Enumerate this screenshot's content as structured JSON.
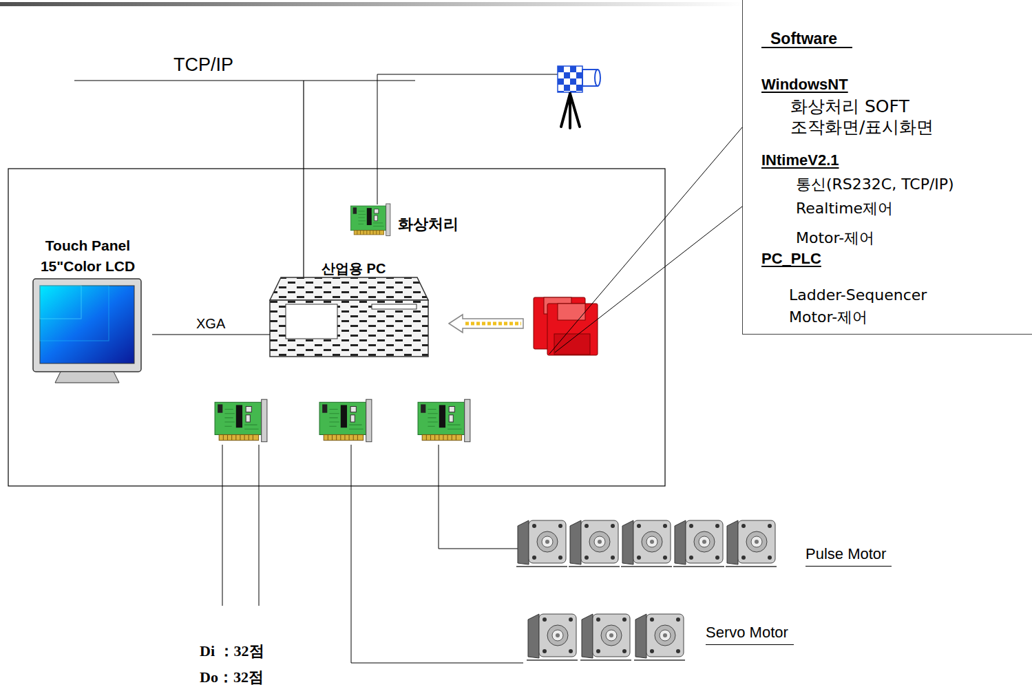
{
  "diagram": {
    "nodes": [
      {
        "text": [
          "Software",
          "WindowsNT",
          "화상처리 SOFT",
          "조작화면/표시화면",
          "INtimeV2.1",
          "통신(RS232C, TCP/IP)",
          "Realtime제어",
          "Motor-제어",
          "PC_PLC",
          "Ladder-Sequencer",
          "Motor-제어"
        ]
      },
      {
        "text": [
          "화상처리"
        ]
      },
      {
        "text": [
          "Touch Panel 15\"Color LCD"
        ]
      },
      {
        "text": [
          "산업용 PC"
        ]
      },
      {
        "text": [
          "Pulse Motor"
        ]
      },
      {
        "text": [
          "Servo Motor"
        ]
      }
    ],
    "edges": [
      {
        "from": 2,
        "to": 3,
        "arrow": "none",
        "label": "XGA"
      }
    ],
    "labels": [
      "TCP/IP",
      "Di ：32점",
      "Do：32점"
    ]
  }
}
